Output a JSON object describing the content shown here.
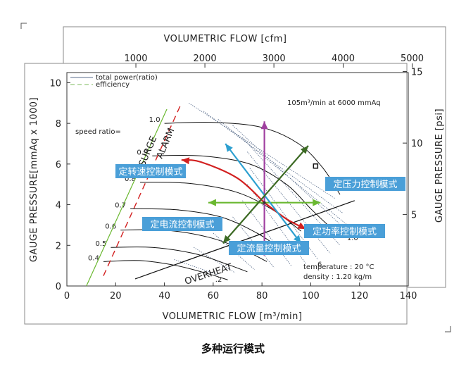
{
  "caption": "多种运行模式",
  "chart_data": {
    "type": "line",
    "xlabel": "VOLUMETRIC FLOW [m³/min]",
    "ylabel": "GAUGE PRESSURE[mmAq x 1000]",
    "top_xlabel": "VOLUMETRIC FLOW [cfm]",
    "right_ylabel": "GAUGE PRESSURE [psi]",
    "xlim": [
      0,
      140
    ],
    "ylim": [
      0,
      10.5
    ],
    "x_ticks": [
      "0",
      "20",
      "40",
      "60",
      "80",
      "100",
      "120",
      "140"
    ],
    "y_ticks": [
      "0",
      "2",
      "4",
      "6",
      "8",
      "10"
    ],
    "top_ticks": [
      {
        "label": "1000",
        "x": 28.3
      },
      {
        "label": "2000",
        "x": 56.6
      },
      {
        "label": "3000",
        "x": 84.9
      },
      {
        "label": "4000",
        "x": 113.3
      },
      {
        "label": "5000",
        "x": 141.6
      }
    ],
    "right_ticks": [
      {
        "label": "5",
        "y": 3.52
      },
      {
        "label": "10",
        "y": 7.03
      },
      {
        "label": "15",
        "y": 10.55
      }
    ],
    "legend": [
      {
        "label": "total power(ratio)",
        "style": "solid",
        "color": "#5a6e8c"
      },
      {
        "label": "efficiency",
        "style": "dashed",
        "color": "#7ab85a"
      }
    ],
    "annotations": {
      "rating": "105m³/min at 6000 mmAq",
      "speed_ratio_label": "speed ratio=",
      "surge_label": "SURGE",
      "alarm_label": "ALARM",
      "overheat_label": "OVERHEAT",
      "conditions": [
        "temperature : 20 °C",
        "density : 1.20 kg/m"
      ]
    },
    "speed_curves": [
      {
        "ratio": "1.0",
        "points": [
          [
            40,
            8.0
          ],
          [
            60,
            8.05
          ],
          [
            80,
            7.8
          ],
          [
            95,
            7.0
          ],
          [
            105,
            5.8
          ],
          [
            112,
            4.5
          ]
        ]
      },
      {
        "ratio": "0.9",
        "points": [
          [
            35,
            6.4
          ],
          [
            55,
            6.4
          ],
          [
            75,
            6.0
          ],
          [
            90,
            5.0
          ],
          [
            100,
            3.8
          ],
          [
            107,
            3.0
          ]
        ]
      },
      {
        "ratio": "0.8",
        "points": [
          [
            30,
            5.1
          ],
          [
            50,
            5.05
          ],
          [
            70,
            4.6
          ],
          [
            85,
            3.7
          ],
          [
            96,
            2.7
          ]
        ]
      },
      {
        "ratio": "0.7",
        "points": [
          [
            26,
            3.8
          ],
          [
            45,
            3.75
          ],
          [
            63,
            3.4
          ],
          [
            78,
            2.6
          ],
          [
            88,
            1.8
          ]
        ]
      },
      {
        "ratio": "0.6",
        "points": [
          [
            22,
            2.75
          ],
          [
            40,
            2.75
          ],
          [
            58,
            2.4
          ],
          [
            72,
            1.8
          ],
          [
            82,
            1.2
          ]
        ]
      },
      {
        "ratio": "0.5",
        "points": [
          [
            18,
            1.9
          ],
          [
            35,
            1.9
          ],
          [
            52,
            1.6
          ],
          [
            65,
            1.1
          ],
          [
            74,
            0.7
          ]
        ]
      },
      {
        "ratio": "0.4",
        "points": [
          [
            15,
            1.2
          ],
          [
            30,
            1.25
          ],
          [
            45,
            1.0
          ],
          [
            58,
            0.6
          ],
          [
            66,
            0.3
          ]
        ]
      }
    ],
    "surge_line": [
      [
        8,
        0
      ],
      [
        41,
        8.7
      ]
    ],
    "alarm_line": [
      [
        15,
        0.5
      ],
      [
        47,
        9.0
      ]
    ],
    "overheat_line": [
      [
        28,
        0.35
      ],
      [
        118,
        4.2
      ]
    ],
    "power_lines": [
      {
        "label": "",
        "start": [
          50,
          9.0
        ],
        "end": [
          110,
          4.3
        ]
      },
      {
        "label": "",
        "start": [
          56,
          8.6
        ],
        "end": [
          113,
          3.6
        ]
      },
      {
        "label": "",
        "start": [
          62,
          8.2
        ],
        "end": [
          115,
          3.0
        ]
      },
      {
        "label": "1.0",
        "start": [
          68,
          7.9
        ],
        "end": [
          116,
          2.6
        ]
      },
      {
        "label": "",
        "start": [
          72,
          7.3
        ],
        "end": [
          112,
          2.0
        ]
      },
      {
        "label": "",
        "start": [
          74,
          6.6
        ],
        "end": [
          108,
          1.6
        ]
      },
      {
        "label": ".6",
        "start": [
          75,
          5.8
        ],
        "end": [
          103,
          1.3
        ]
      },
      {
        "label": "",
        "start": [
          74,
          5.0
        ],
        "end": [
          98,
          1.1
        ]
      },
      {
        "label": "",
        "start": [
          72,
          4.2
        ],
        "end": [
          92,
          1.0
        ]
      },
      {
        "label": "",
        "start": [
          68,
          3.4
        ],
        "end": [
          85,
          0.9
        ]
      },
      {
        "label": "",
        "start": [
          60,
          2.6
        ],
        "end": [
          77,
          0.8
        ]
      },
      {
        "label": "",
        "start": [
          52,
          1.9
        ],
        "end": [
          69,
          0.65
        ]
      },
      {
        "label": ".2",
        "start": [
          44,
          1.3
        ],
        "end": [
          62,
          0.55
        ]
      }
    ],
    "center_point": [
      81,
      4.1
    ],
    "rated_point": [
      102,
      5.9
    ],
    "modes": [
      {
        "label": "定转速控制模式",
        "color": "#d22020",
        "curve": [
          [
            81,
            4.1
          ],
          [
            70,
            5.3
          ],
          [
            55,
            6.1
          ],
          [
            47,
            6.2
          ]
        ]
      },
      {
        "label": "定功率控制模式",
        "color": "#d22020",
        "curve": [
          [
            81,
            4.1
          ],
          [
            90,
            3.3
          ],
          [
            98,
            2.8
          ]
        ]
      },
      {
        "label": "定压力控制模式",
        "color": "#6ab830",
        "from": [
          58,
          4.1
        ],
        "to": [
          104,
          4.1
        ]
      },
      {
        "label": "定流量控制模式",
        "color": "#a040a0",
        "from": [
          81,
          1.5
        ],
        "to": [
          81,
          8.1
        ]
      },
      {
        "label": "定电流控制模式",
        "color": "#2ea0d0",
        "from": [
          65,
          7.0
        ],
        "to": [
          96,
          2.1
        ]
      },
      {
        "label": "",
        "color": "#3c6a24",
        "from": [
          64,
          2.1
        ],
        "to": [
          99,
          6.9
        ]
      }
    ]
  }
}
